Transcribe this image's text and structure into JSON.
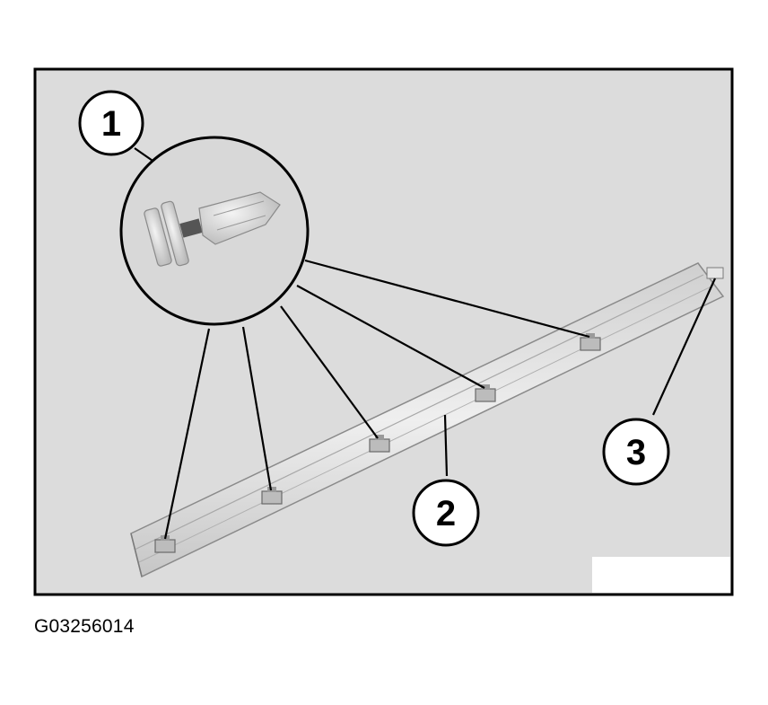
{
  "figure": {
    "id_label": "G03256014",
    "background_color": "#dcdcdc",
    "frame_color": "#000000"
  },
  "callouts": [
    {
      "number": "1",
      "refers_to": "clip"
    },
    {
      "number": "2",
      "refers_to": "trim-strip"
    },
    {
      "number": "3",
      "refers_to": "strip-end"
    }
  ],
  "parts": {
    "clip_icon": "push-pin-clip",
    "strip_icon": "trim-strip",
    "clip_count_on_strip": 5
  }
}
